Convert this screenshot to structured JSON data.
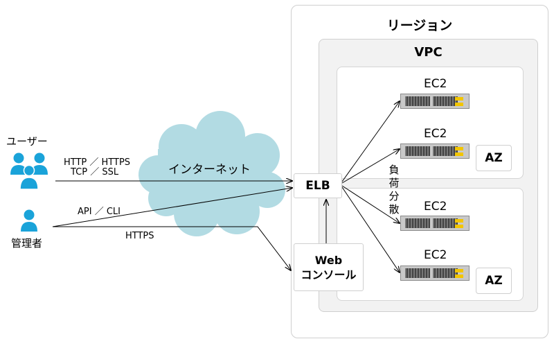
{
  "region": {
    "title": "リージョン"
  },
  "vpc": {
    "title": "VPC"
  },
  "availability_zones": [
    {
      "label": "AZ"
    },
    {
      "label": "AZ"
    }
  ],
  "instances": [
    {
      "label": "EC2"
    },
    {
      "label": "EC2"
    },
    {
      "label": "EC2"
    },
    {
      "label": "EC2"
    }
  ],
  "elb": {
    "label": "ELB"
  },
  "web_console": {
    "line1": "Web",
    "line2": "コンソール"
  },
  "load_balancing_label": [
    "負",
    "荷",
    "分",
    "散"
  ],
  "internet": {
    "label": "インターネット"
  },
  "actors": {
    "users": "ユーザー",
    "admin": "管理者"
  },
  "connections": {
    "users_protocol_line1": "HTTP ／ HTTPS",
    "users_protocol_line2": "TCP ／ SSL",
    "admin_api": "API ／ CLI",
    "admin_console": "HTTPS"
  },
  "colors": {
    "person_icon": "#1aa3d9",
    "cloud": "#b2dbe3",
    "server_led": "#f2c500"
  }
}
